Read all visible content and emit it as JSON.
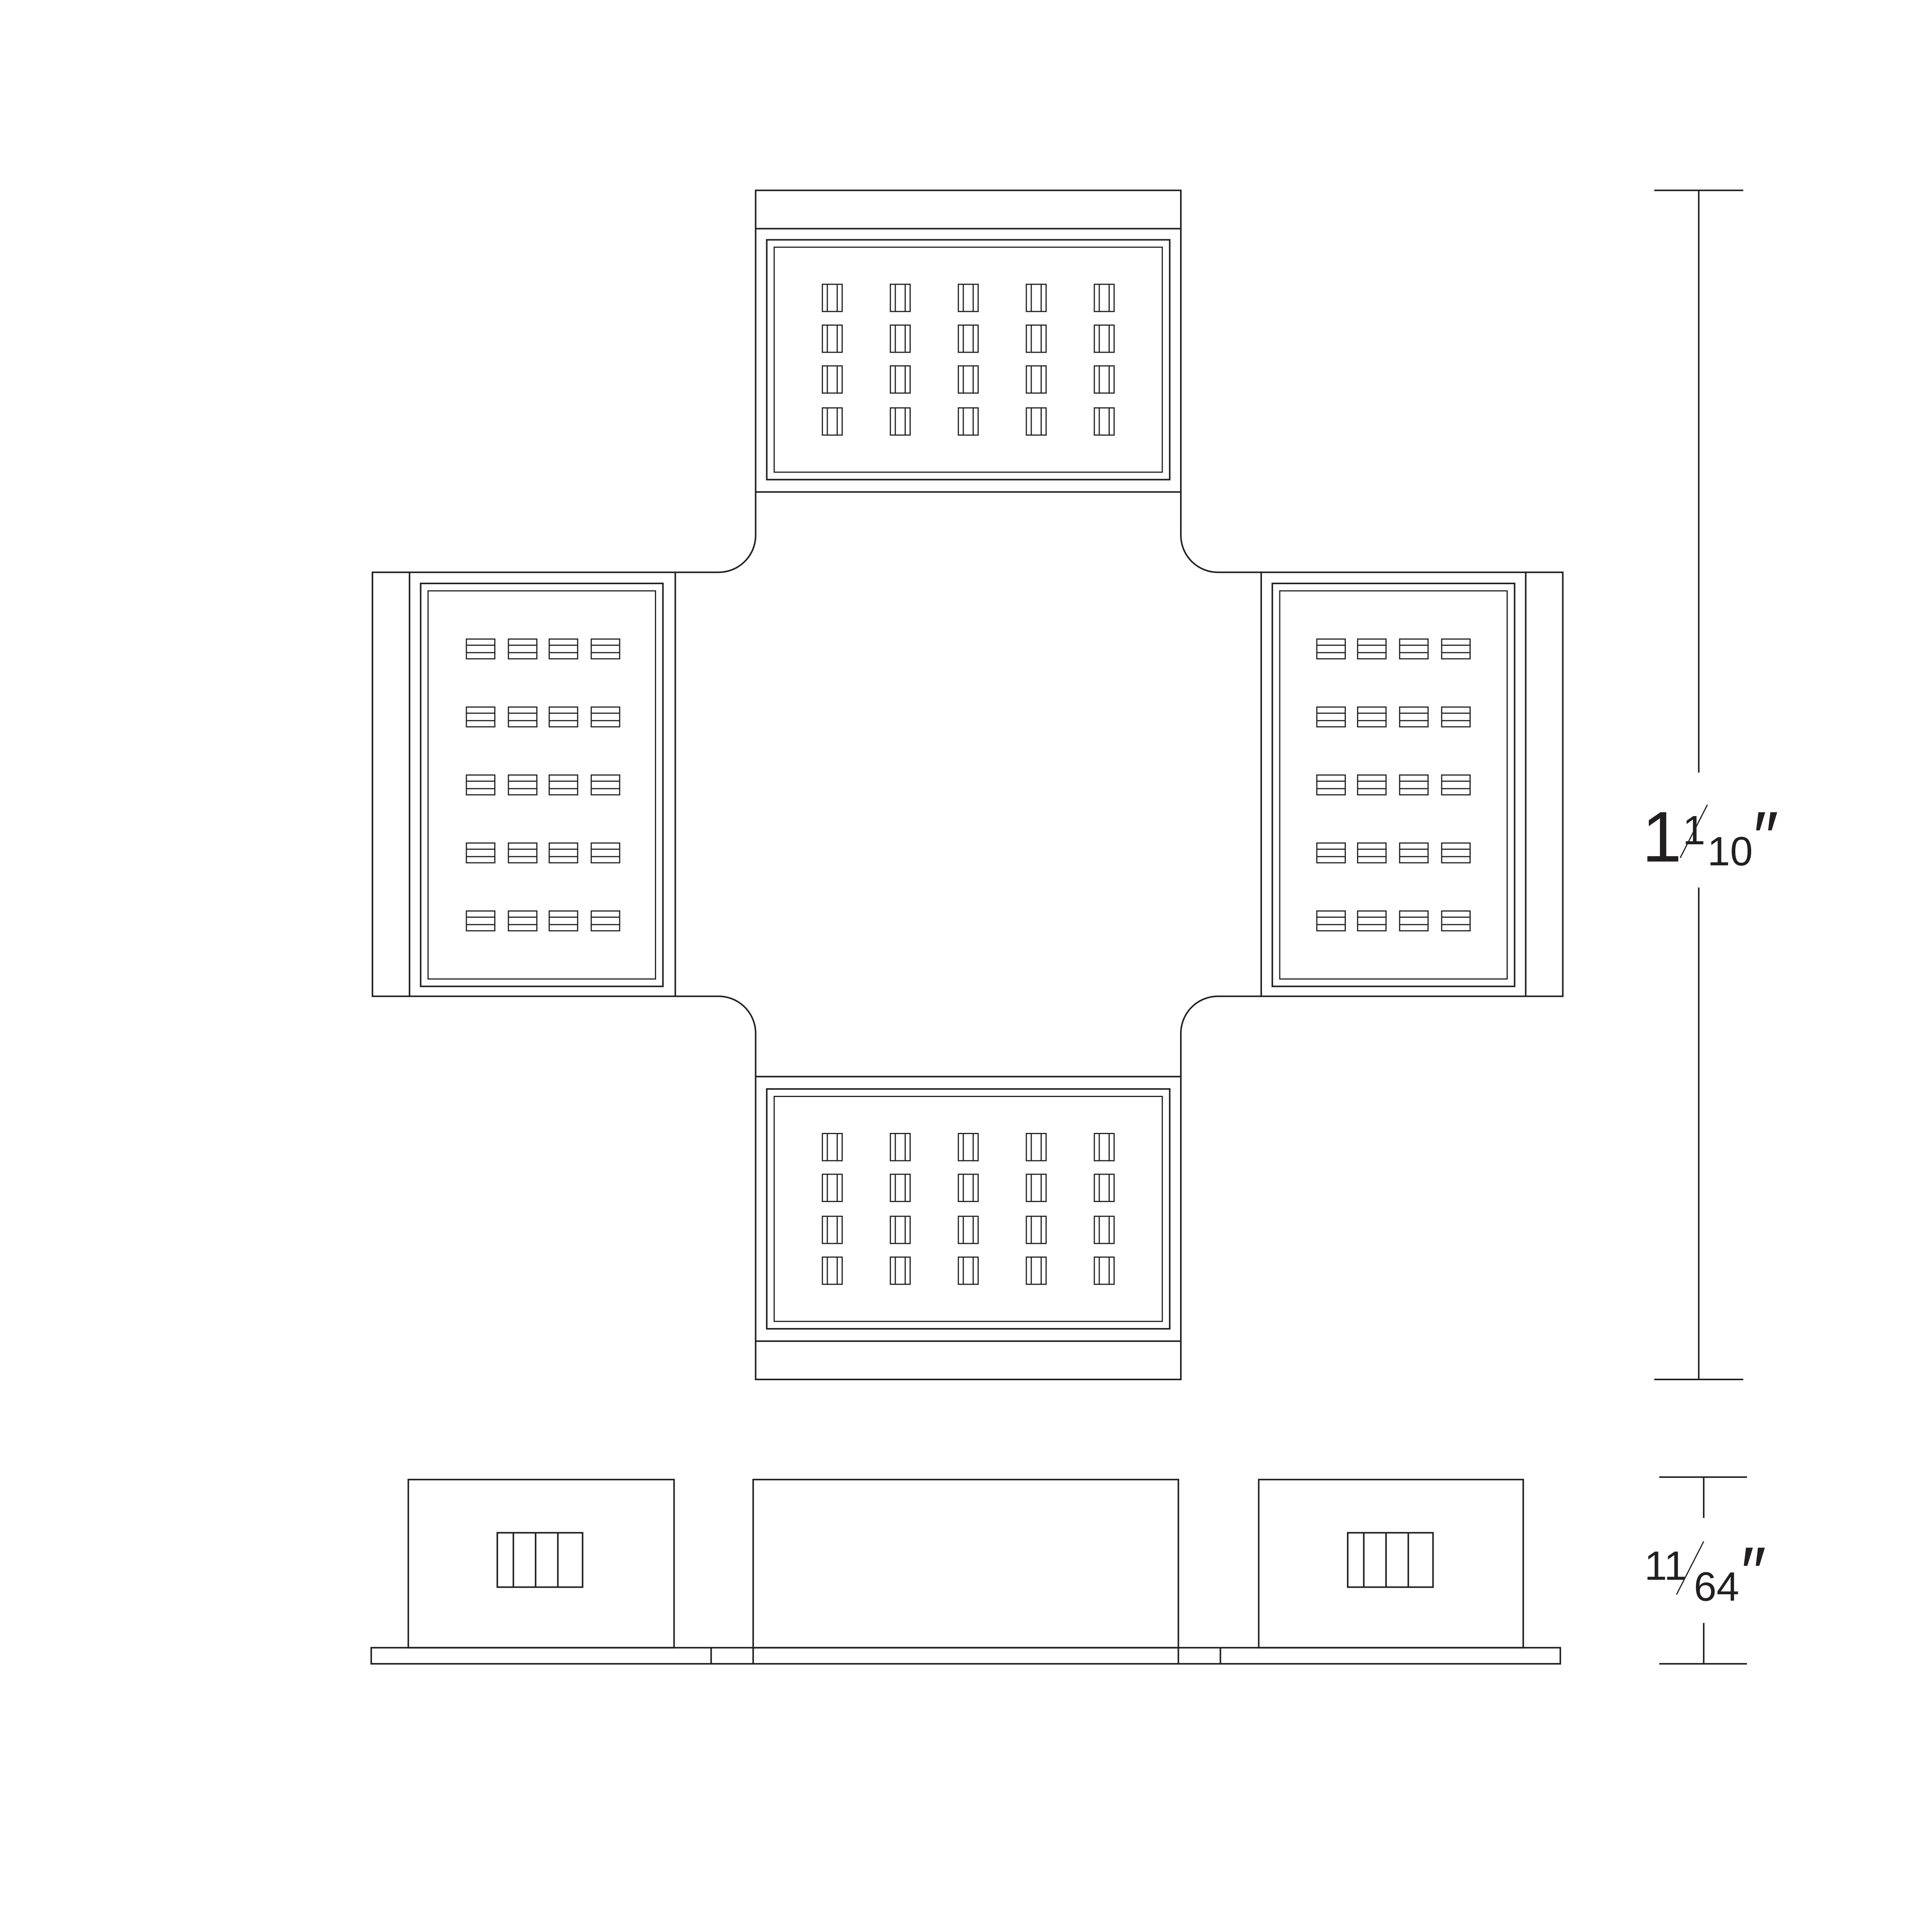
{
  "dimensions": {
    "height": {
      "whole": "1",
      "numerator": "1",
      "denominator": "10",
      "unit": "″"
    },
    "thickness": {
      "numerator": "11",
      "denominator": "64",
      "unit": "″"
    }
  },
  "views": {
    "top_view": {
      "modules": 4,
      "led_grid": {
        "rows": 4,
        "cols": 5
      },
      "side_led_grid": {
        "rows": 5,
        "cols": 4
      }
    },
    "side_view": {
      "blocks": 3,
      "connector_windows": 2
    }
  },
  "colors": {
    "line": "#231f20",
    "background": "#ffffff"
  }
}
